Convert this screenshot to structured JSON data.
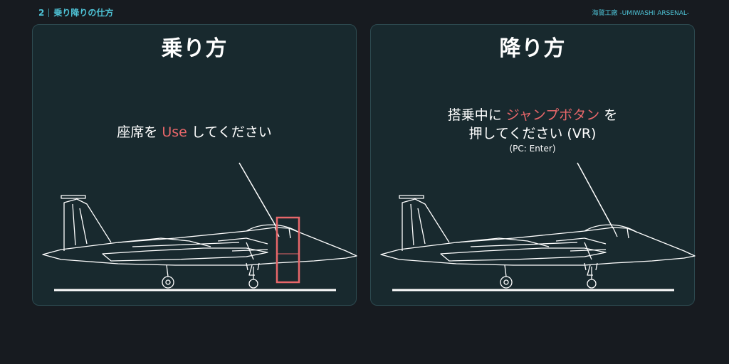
{
  "header": {
    "page_number": "2",
    "section_title": "乗り降りの仕方",
    "brand": "海鷲工廠 -UMIWASHI ARSENAL-"
  },
  "left_panel": {
    "title": "乗り方",
    "instruction_prefix": "座席を ",
    "instruction_highlight": "Use",
    "instruction_suffix": " してください"
  },
  "right_panel": {
    "title": "降り方",
    "instruction_line1_prefix": "搭乗中に ",
    "instruction_line1_highlight": "ジャンプボタン",
    "instruction_line1_suffix": " を",
    "instruction_line2": "押してください (VR)",
    "instruction_note": "(PC: Enter)"
  },
  "colors": {
    "background": "#171b20",
    "panel": "#18292e",
    "accent": "#4ec3d6",
    "highlight": "#e8676a"
  }
}
